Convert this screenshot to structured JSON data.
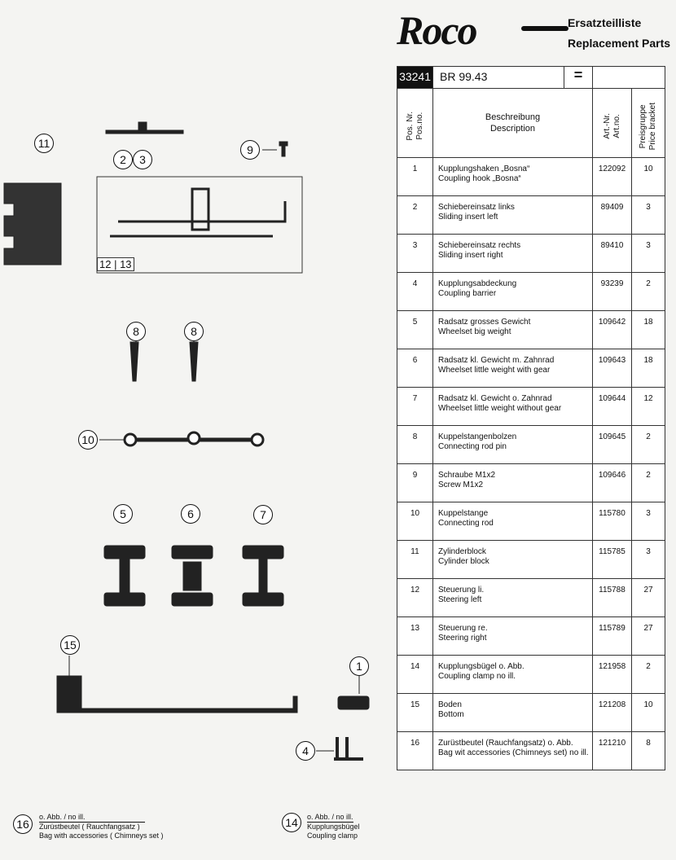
{
  "header": {
    "logo": "Roco",
    "title_de": "Ersatzteilliste",
    "title_en": "Replacement Parts"
  },
  "model": {
    "number": "33241",
    "name": "BR 99.43",
    "symbol": "="
  },
  "columns": {
    "pos_de": "Pos. Nr.",
    "pos_en": "Pos.no.",
    "desc_de": "Beschreibung",
    "desc_en": "Description",
    "art_de": "Art.-Nr.",
    "art_en": "Art.no.",
    "price_de": "Preisgruppe",
    "price_en": "Price bracket"
  },
  "rows": [
    {
      "pos": "1",
      "de": "Kupplungshaken „Bosna“",
      "en": "Coupling hook „Bosna“",
      "art": "122092",
      "price": "10"
    },
    {
      "pos": "2",
      "de": "Schiebereinsatz links",
      "en": "Sliding insert left",
      "art": "89409",
      "price": "3"
    },
    {
      "pos": "3",
      "de": "Schiebereinsatz rechts",
      "en": "Sliding insert right",
      "art": "89410",
      "price": "3"
    },
    {
      "pos": "4",
      "de": "Kupplungsabdeckung",
      "en": "Coupling barrier",
      "art": "93239",
      "price": "2"
    },
    {
      "pos": "5",
      "de": "Radsatz grosses Gewicht",
      "en": "Wheelset big weight",
      "art": "109642",
      "price": "18"
    },
    {
      "pos": "6",
      "de": "Radsatz kl. Gewicht m. Zahnrad",
      "en": "Wheelset little weight with gear",
      "art": "109643",
      "price": "18"
    },
    {
      "pos": "7",
      "de": "Radsatz kl. Gewicht o. Zahnrad",
      "en": "Wheelset little weight without gear",
      "art": "109644",
      "price": "12"
    },
    {
      "pos": "8",
      "de": "Kuppelstangenbolzen",
      "en": "Connecting rod pin",
      "art": "109645",
      "price": "2"
    },
    {
      "pos": "9",
      "de": "Schraube M1x2",
      "en": "Screw M1x2",
      "art": "109646",
      "price": "2"
    },
    {
      "pos": "10",
      "de": "Kuppelstange",
      "en": "Connecting rod",
      "art": "115780",
      "price": "3"
    },
    {
      "pos": "11",
      "de": "Zylinderblock",
      "en": "Cylinder block",
      "art": "115785",
      "price": "3"
    },
    {
      "pos": "12",
      "de": "Steuerung li.",
      "en": "Steering left",
      "art": "115788",
      "price": "27"
    },
    {
      "pos": "13",
      "de": "Steuerung re.",
      "en": "Steering right",
      "art": "115789",
      "price": "27"
    },
    {
      "pos": "14",
      "de": "Kupplungsbügel o. Abb.",
      "en": "Coupling clamp no ill.",
      "art": "121958",
      "price": "2"
    },
    {
      "pos": "15",
      "de": "Boden",
      "en": "Bottom",
      "art": "121208",
      "price": "10"
    },
    {
      "pos": "16",
      "de": "Zurüstbeutel (Rauchfangsatz) o. Abb.",
      "en": "Bag wit accessories (Chimneys set) no ill.",
      "art": "121210",
      "price": "8"
    }
  ],
  "callouts": [
    "11",
    "2",
    "3",
    "9",
    "12",
    "13",
    "8",
    "8",
    "10",
    "5",
    "6",
    "7",
    "15",
    "1",
    "4"
  ],
  "notes": [
    {
      "num": "16",
      "noill": "o. Abb. / no ill.",
      "de": "Zurüstbeutel ( Rauchfangsatz )",
      "en": "Bag with accessories ( Chimneys set )"
    },
    {
      "num": "14",
      "noill": "o. Abb. / no ill.",
      "de": "Kupplungsbügel",
      "en": "Coupling clamp"
    }
  ]
}
